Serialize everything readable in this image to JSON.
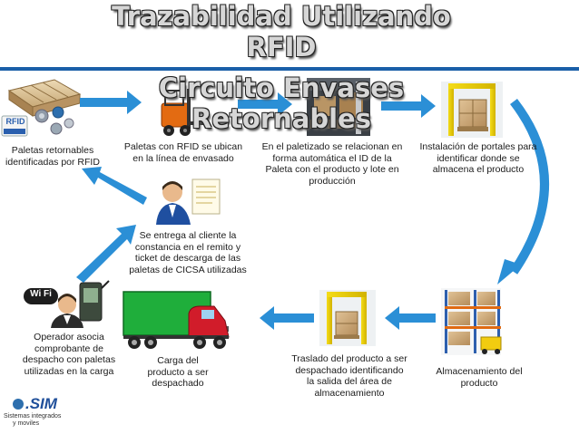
{
  "title": {
    "line1": "Trazabilidad Utilizando",
    "line2": "RFID",
    "line3": "Circuito Envases",
    "line4": "Retornables"
  },
  "steps": {
    "pallets_rfid": "Paletas retornables identificadas por RFID",
    "forklift": "Paletas con RFID se ubican en la línea de envasado",
    "palletizing": "En el paletizado se relacionan en forma automática el ID de la Paleta con el producto y lote en producción",
    "portals": "Instalación de portales para identificar donde se almacena el producto",
    "storage": "Almacenamiento del producto",
    "transfer": "Traslado del producto a ser despachado identificando la salida del área de almacenamiento",
    "loading": "Carga del producto a ser despachado",
    "operator": "Operador asocia comprobante de despacho con paletas utilizadas en la carga",
    "delivery": "Se entrega al cliente la constancia en el remito y ticket de descarga de las paletas de CICSA utilizadas"
  },
  "labels": {
    "rfid_tag": "RFID",
    "wifi": "Wi Fi",
    "logo_brand": ".SIM",
    "logo_sub1": "Sistemas integrados",
    "logo_sub2": "y moviles"
  },
  "colors": {
    "arrow": "#2b8fd6",
    "truck_cargo": "#1fae3b",
    "truck_cab": "#d11c2a",
    "banner_line": "#1a5fa8"
  }
}
